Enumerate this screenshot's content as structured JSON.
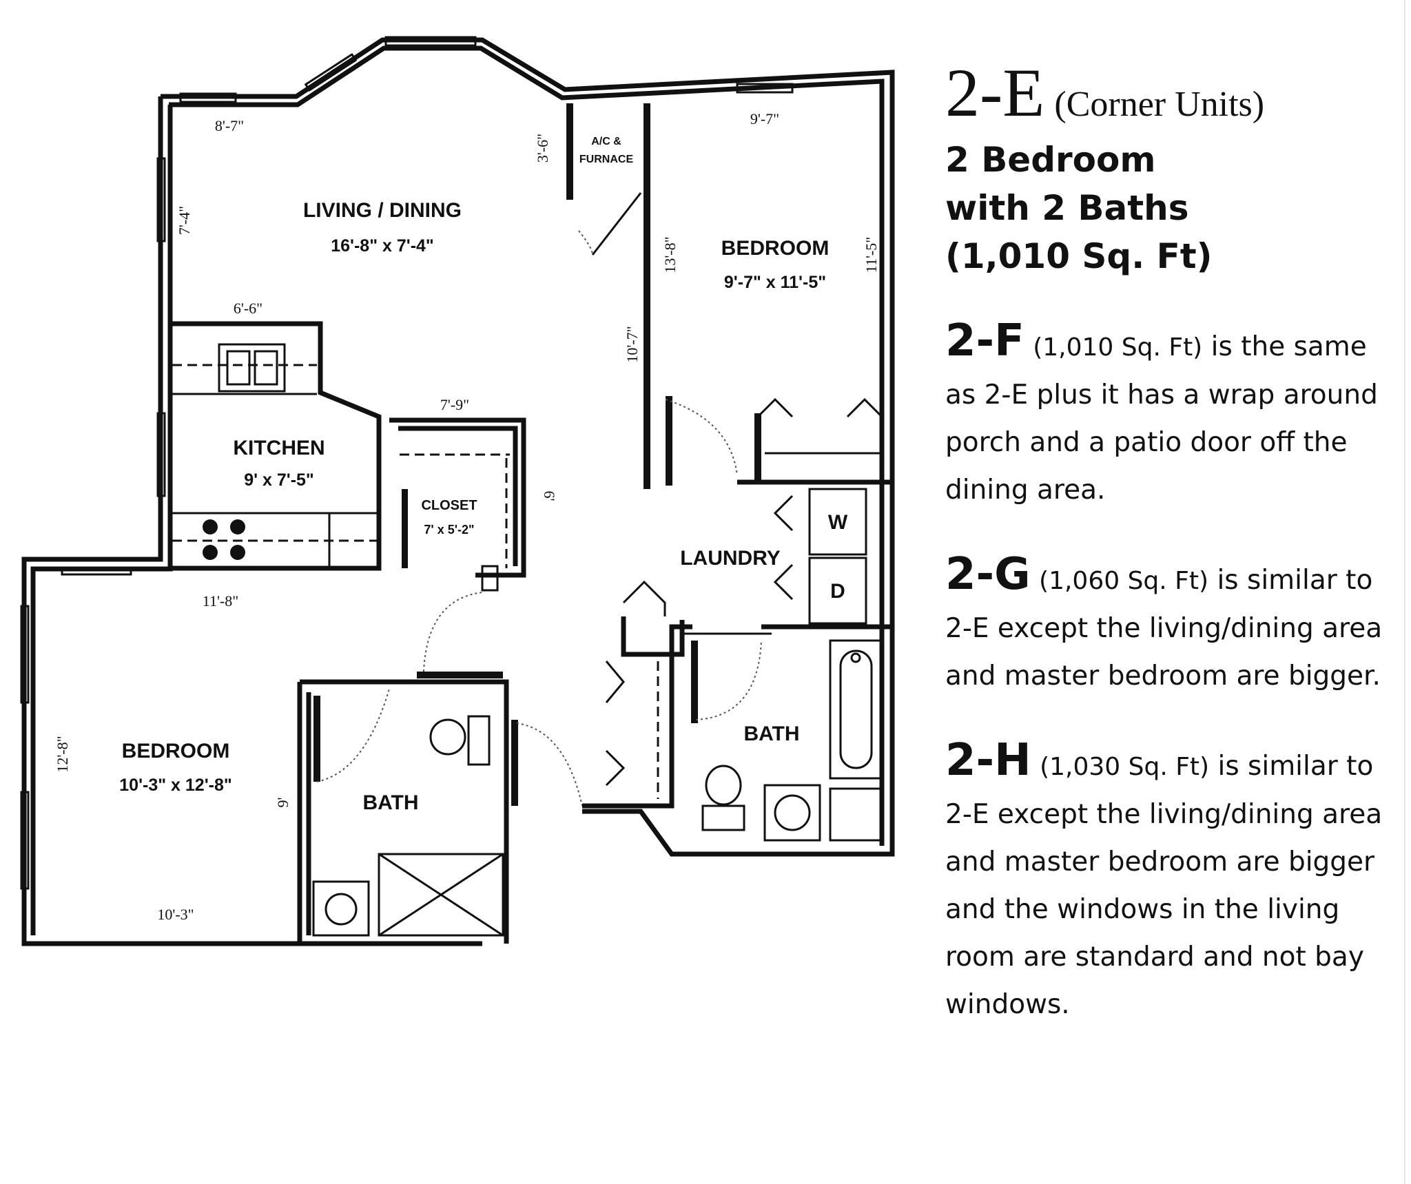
{
  "unit": {
    "code": "2-E",
    "subtitle": "(Corner Units)",
    "spec_lines": [
      "2 Bedroom",
      "with 2 Baths",
      "(1,010 Sq. Ft)"
    ]
  },
  "variants": [
    {
      "code": "2-F",
      "sqft": "(1,010 Sq. Ft)",
      "text": "is the same as 2-E plus it has a wrap around porch and a patio door off the dining area."
    },
    {
      "code": "2-G",
      "sqft": "(1,060 Sq. Ft)",
      "text": "is similar to 2-E except the living/dining area and master bedroom are bigger."
    },
    {
      "code": "2-H",
      "sqft": "(1,030 Sq. Ft)",
      "text": "is similar to 2-E except the living/dining area and master bedroom are bigger and the windows in the living room are standard and not bay windows."
    }
  ],
  "rooms": {
    "living": {
      "label": "LIVING / DINING",
      "dims": "16'-8\" x 7'-4\""
    },
    "bedroom_right": {
      "label": "BEDROOM",
      "dims": "9'-7\" x 11'-5\""
    },
    "kitchen": {
      "label": "KITCHEN",
      "dims": "9' x 7'-5\""
    },
    "closet": {
      "label": "CLOSET",
      "dims": "7' x 5'-2\""
    },
    "laundry": {
      "label": "LAUNDRY"
    },
    "bedroom_left": {
      "label": "BEDROOM",
      "dims": "10'-3\" x 12'-8\""
    },
    "bath_left": {
      "label": "BATH"
    },
    "bath_right": {
      "label": "BATH"
    },
    "ac": {
      "line1": "A/C &",
      "line2": "FURNACE"
    },
    "washer": "W",
    "dryer": "D"
  },
  "dimensions": {
    "top_left": "8'-7\"",
    "left_living": "7'-4\"",
    "closet_ac": "3'-6\"",
    "top_bedroom": "9'-7\"",
    "bedroom_depth": "13'-8\"",
    "bedroom_right_side": "11'-5\"",
    "hall": "10'-7\"",
    "kitchen_top": "6'-6\"",
    "closet_top": "7'-9\"",
    "closet_side": "6'",
    "kitchen_bottom": "11'-8\"",
    "bedroom_left_side": "12'-8\"",
    "bath_side": "9'",
    "bedroom_bottom": "10'-3\""
  }
}
